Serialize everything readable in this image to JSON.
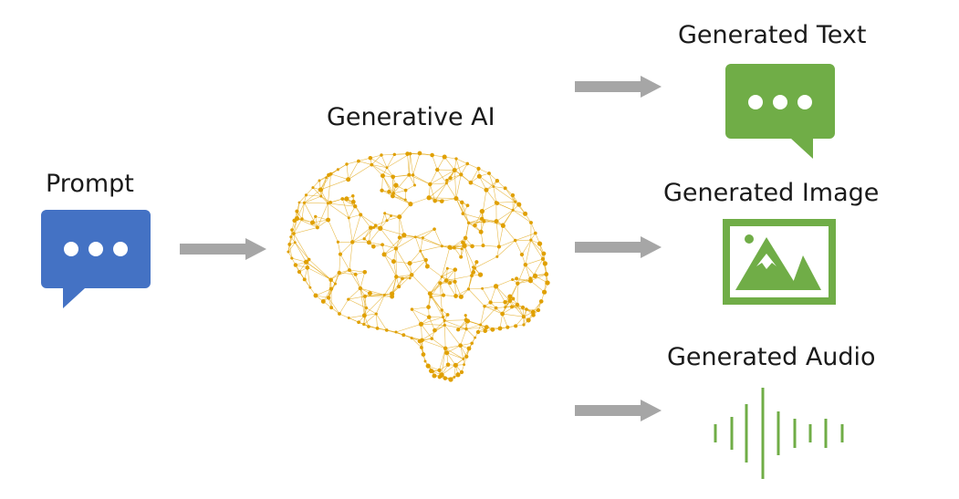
{
  "labels": {
    "prompt": "Prompt",
    "generative_ai": "Generative AI",
    "generated_text": "Generated Text",
    "generated_image": "Generated Image",
    "generated_audio": "Generated Audio"
  },
  "colors": {
    "prompt_blue": "#4472c4",
    "output_green": "#70ad47",
    "brain_gold": "#e0a000",
    "arrow_gray": "#a6a6a6"
  },
  "icons": {
    "prompt": "speech-bubble-icon",
    "brain": "brain-network-icon",
    "text": "speech-bubble-icon",
    "image": "image-icon",
    "audio": "audio-waveform-icon"
  }
}
